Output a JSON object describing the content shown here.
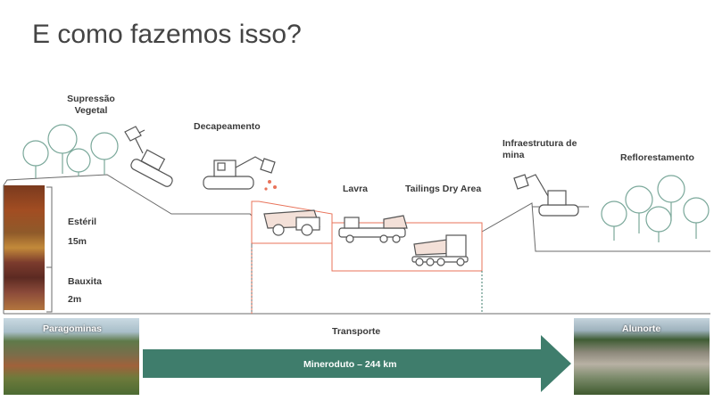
{
  "slide": {
    "title": "E como fazemos isso?"
  },
  "stages": {
    "supressao": "Supressão\nVegetal",
    "decapeamento": "Decapeamento",
    "lavra": "Lavra",
    "tailings": "Tailings Dry Area",
    "infraestrutura": "Infraestrutura de\nmina",
    "reflorestamento": "Reflorestamento"
  },
  "profile": {
    "esteril_label": "Estéril",
    "esteril_depth": "15m",
    "bauxita_label": "Bauxita",
    "bauxita_depth": "2m"
  },
  "transport": {
    "label": "Transporte",
    "pipeline": "Mineroduto – 244 km",
    "origin": "Paragominas",
    "destination": "Alunorte"
  },
  "colors": {
    "line_gray": "#6b6b6b",
    "accent_orange": "#e8735a",
    "arrow_teal": "#3f7d6c"
  },
  "icons": [
    "tree-icon",
    "excavator-icon",
    "bulldozer-icon",
    "dump-truck-icon",
    "haul-truck-icon"
  ]
}
